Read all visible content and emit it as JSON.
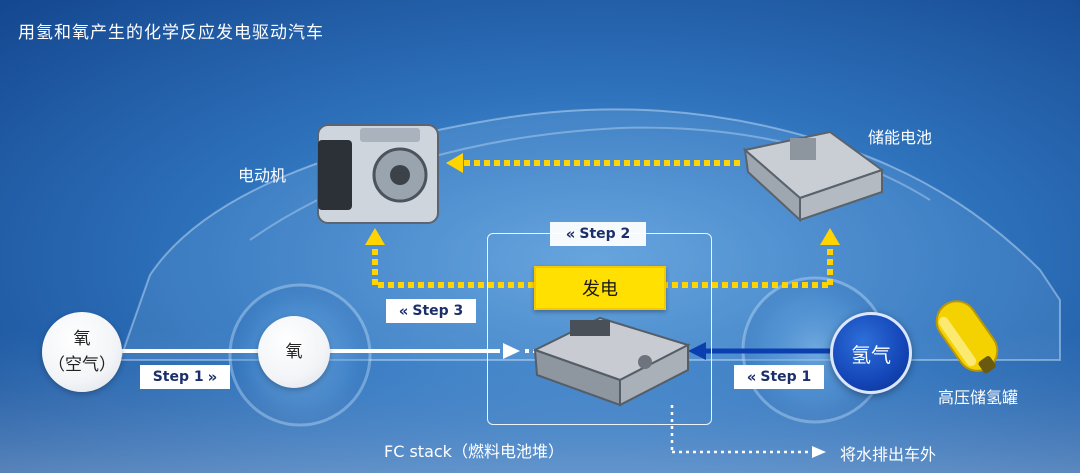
{
  "title": "用氢和氧产生的化学反应发电驱动汽车",
  "labels": {
    "motor": "电动机",
    "battery": "储能电池",
    "tank": "高压储氢罐",
    "fc_stack": "FC stack（燃料电池堆）",
    "water": "将水排出车外",
    "generation": "发电"
  },
  "circles": {
    "oxygen_air_line1": "氧",
    "oxygen_air_line2": "（空气）",
    "oxygen": "氧",
    "hydrogen": "氢气"
  },
  "steps": {
    "step1_left": "Step 1",
    "step1_right": "Step 1",
    "step2": "Step 2",
    "step3": "Step 3"
  },
  "colors": {
    "flow_arrow": "#ffd400",
    "hydrogen_arrow": "#0b3fb0",
    "generation_box": "#ffe000"
  }
}
